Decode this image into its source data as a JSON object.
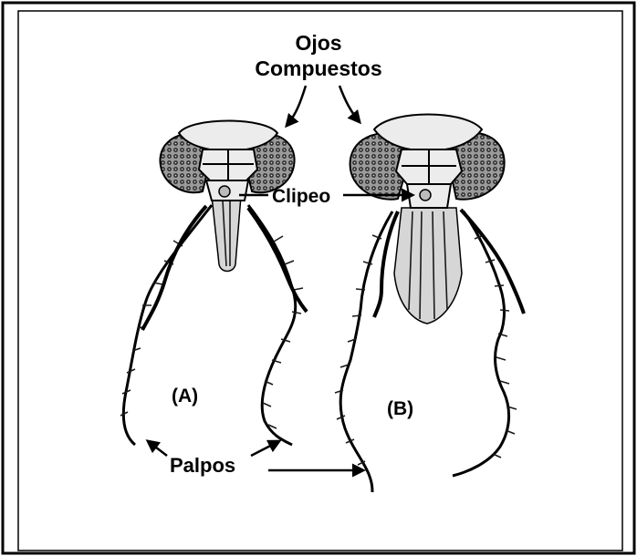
{
  "labels": {
    "compound_eyes_line1": "Ojos",
    "compound_eyes_line2": "Compuestos",
    "clypeus": "Clipeo",
    "palps": "Palpos",
    "panel_a": "(A)",
    "panel_b": "(B)"
  },
  "colors": {
    "ink": "#000000",
    "paper": "#ffffff",
    "shade": "#d6d6d6"
  },
  "icons": {
    "arrow": "arrow-icon"
  }
}
